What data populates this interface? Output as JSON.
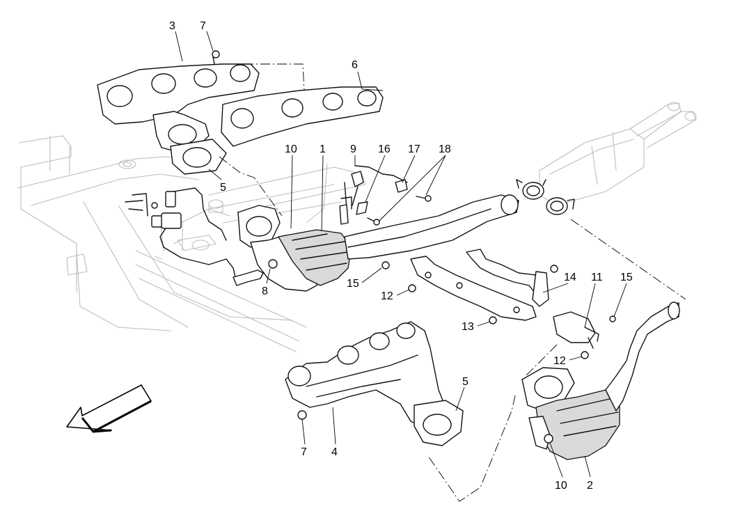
{
  "diagram": {
    "callouts": [
      {
        "id": "c-3",
        "text": "3"
      },
      {
        "id": "c-7a",
        "text": "7"
      },
      {
        "id": "c-6",
        "text": "6"
      },
      {
        "id": "c-10a",
        "text": "10"
      },
      {
        "id": "c-1",
        "text": "1"
      },
      {
        "id": "c-9",
        "text": "9"
      },
      {
        "id": "c-16",
        "text": "16"
      },
      {
        "id": "c-17",
        "text": "17"
      },
      {
        "id": "c-18",
        "text": "18"
      },
      {
        "id": "c-5a",
        "text": "5"
      },
      {
        "id": "c-8",
        "text": "8"
      },
      {
        "id": "c-15a",
        "text": "15"
      },
      {
        "id": "c-12a",
        "text": "12"
      },
      {
        "id": "c-14",
        "text": "14"
      },
      {
        "id": "c-11",
        "text": "11"
      },
      {
        "id": "c-15b",
        "text": "15"
      },
      {
        "id": "c-13",
        "text": "13"
      },
      {
        "id": "c-12b",
        "text": "12"
      },
      {
        "id": "c-5b",
        "text": "5"
      },
      {
        "id": "c-7b",
        "text": "7"
      },
      {
        "id": "c-4",
        "text": "4"
      },
      {
        "id": "c-10b",
        "text": "10"
      },
      {
        "id": "c-2",
        "text": "2"
      }
    ],
    "arrow_icon": "front-direction-arrow-icon"
  }
}
